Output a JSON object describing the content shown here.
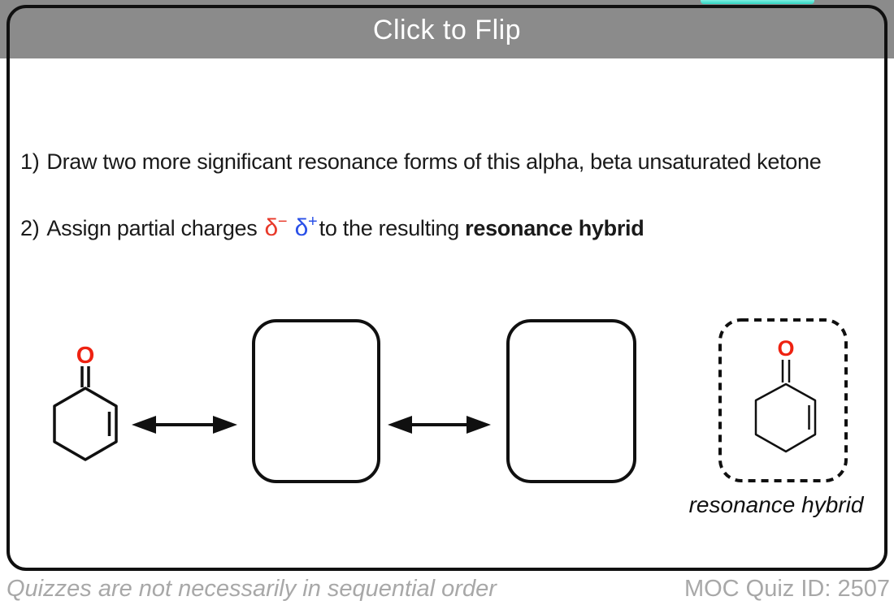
{
  "header": {
    "title": "Click to Flip"
  },
  "questions": {
    "q1_number": "1)",
    "q1_text": "Draw two more significant resonance forms of this alpha, beta unsaturated ketone",
    "q2_number": "2)",
    "q2_prefix": "Assign partial charges",
    "q2_delta_minus": "δ",
    "q2_delta_minus_sign": "−",
    "q2_delta_plus": "δ",
    "q2_delta_plus_sign": "+",
    "q2_middle": "to the resulting ",
    "q2_bold": "resonance hybrid"
  },
  "diagram": {
    "molecule": "2-cyclohexen-1-one",
    "oxygen_label": "O",
    "hybrid_caption": "resonance hybrid"
  },
  "footer": {
    "note": "Quizzes are not necessarily in sequential order",
    "quiz_id": "MOC Quiz ID: 2507"
  },
  "colors": {
    "header_bar": "#8b8b8b",
    "header_text": "#ffffff",
    "card_border": "#101010",
    "delta_minus_red": "#e8392a",
    "delta_plus_blue": "#2a50e8",
    "oxygen_red": "#ee2211",
    "teal_accent": "#2ed3c0",
    "footer_gray": "#a8a8a8"
  }
}
